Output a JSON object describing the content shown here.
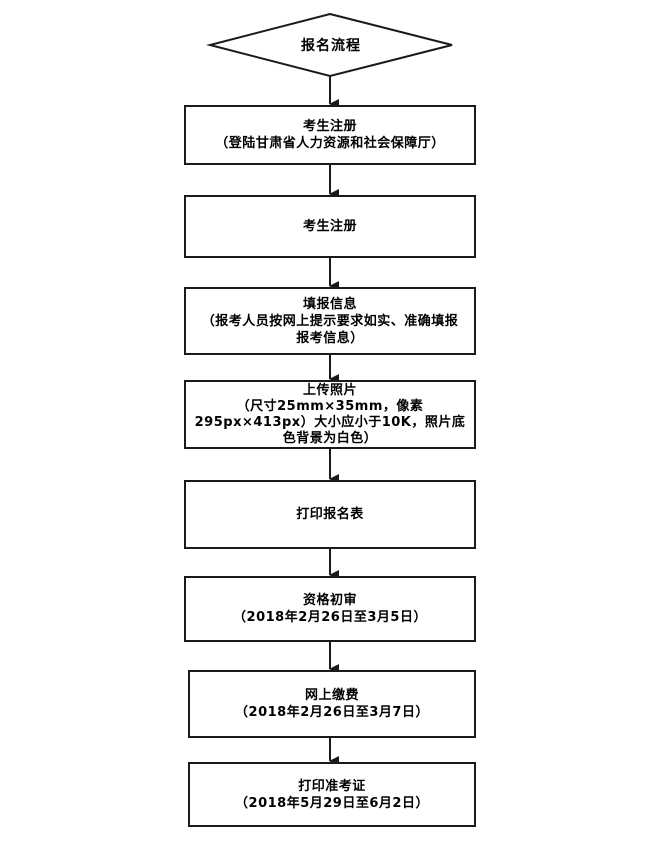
{
  "start": {
    "label": "报名流程"
  },
  "steps": [
    {
      "lines": [
        "考生注册",
        "（登陆甘肃省人力资源和社会保障厅）"
      ]
    },
    {
      "lines": [
        "考生注册"
      ]
    },
    {
      "lines": [
        "填报信息",
        "（报考人员按网上提示要求如实、准确填报",
        "报考信息）"
      ]
    },
    {
      "lines": [
        "上传照片",
        "（尺寸25mm×35mm，像素",
        "295px×413px）大小应小于10K，照片底",
        "色背景为白色）"
      ]
    },
    {
      "lines": [
        "打印报名表"
      ]
    },
    {
      "lines": [
        "资格初审",
        "（2018年2月26日至3月5日）"
      ]
    },
    {
      "lines": [
        "网上缴费",
        "（2018年2月26日至3月7日）"
      ]
    },
    {
      "lines": [
        "打印准考证",
        "（2018年5月29日至6月2日）"
      ]
    }
  ]
}
